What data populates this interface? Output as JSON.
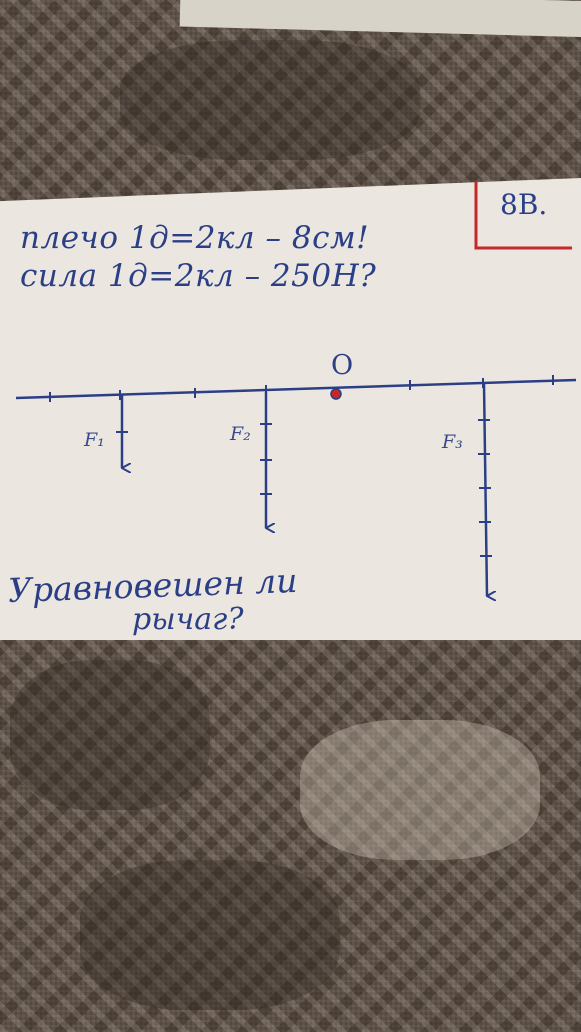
{
  "note": {
    "variant": "8B.",
    "arm_line": "плечо 1д=2кл – 8см!",
    "force_line": "сила 1д=2кл – 250Н?",
    "pivot_label": "O",
    "question_line_1": "Уравновешен ли",
    "question_line_2": "рычаг?"
  },
  "forces": [
    {
      "label": "F₁",
      "marks": 2
    },
    {
      "label": "F₂",
      "marks": 4
    },
    {
      "label": "F₃",
      "marks": 6
    }
  ],
  "colors": {
    "ink": "#2b3f86",
    "marker": "#c62828",
    "paper": "#ebe7e0",
    "fabric": "#5e5147"
  }
}
